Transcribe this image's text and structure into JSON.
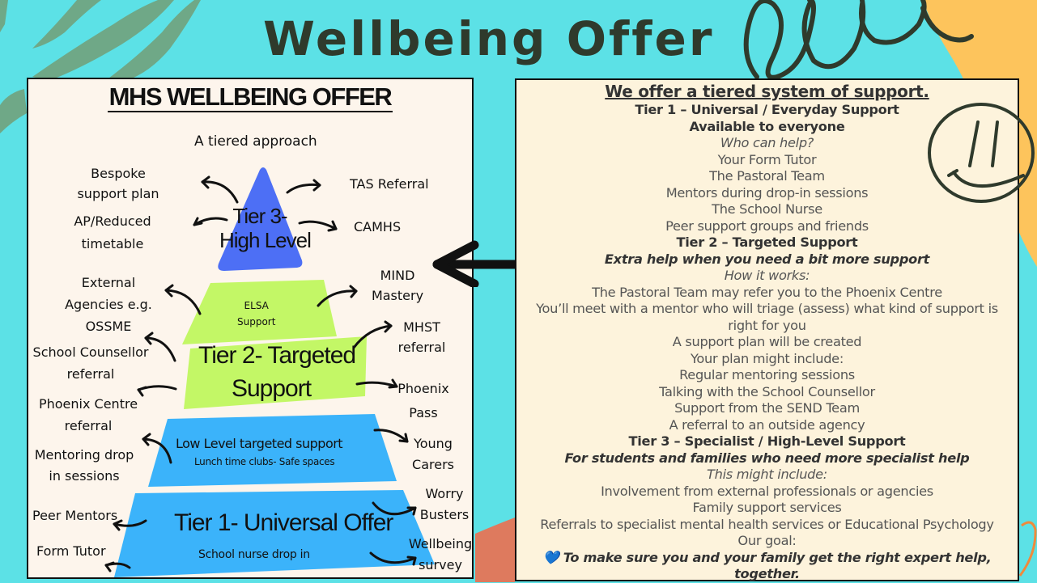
{
  "page": {
    "title": "Wellbeing Offer",
    "colors": {
      "background": "#5ce1e6",
      "accent_green": "#6fa887",
      "accent_orange": "#fdc45c",
      "accent_coral": "#de7a5e",
      "tier3_blue": "#4d6ff5",
      "tier2_green": "#c3f766",
      "tier1_blue": "#3bb3fa"
    }
  },
  "left_panel": {
    "title": "MHS WELLBEING OFFER",
    "subtitle": "A tiered approach",
    "tier3": {
      "label_line1": "Tier 3-",
      "label_line2": "High Level",
      "left_items": [
        "Bespoke support plan",
        "AP/Reduced timetable"
      ],
      "right_items": [
        "TAS Referral",
        "CAMHS"
      ]
    },
    "tier2": {
      "upper_label_line1": "ELSA",
      "upper_label_line2": "Support",
      "label_line1": "Tier 2- Targeted",
      "label_line2": "Support",
      "left_items": [
        "External Agencies e.g. OSSME",
        "School Counsellor referral",
        "Phoenix Centre referral"
      ],
      "right_items": [
        "MIND Mastery",
        "MHST referral",
        "Phoenix Pass"
      ]
    },
    "low_level": {
      "label": "Low Level targeted support",
      "sublabel": "Lunch time clubs- Safe spaces",
      "left_items": [
        "Mentoring drop in sessions"
      ],
      "right_items": [
        "Young Carers"
      ]
    },
    "tier1": {
      "label": "Tier 1- Universal Offer",
      "sublabel": "School nurse drop in",
      "left_items": [
        "Peer Mentors",
        "Form Tutor"
      ],
      "right_items": [
        "Worry Busters",
        "Wellbeing survey"
      ]
    }
  },
  "right_panel": {
    "heading": "We offer a tiered system of support.",
    "tier1_title": "Tier 1 – Universal / Everyday Support",
    "tier1_subtitle": "Available to everyone",
    "tier1_prompt": "Who can help?",
    "tier1_items": [
      "Your Form Tutor",
      "The Pastoral Team",
      "Mentors during drop-in sessions",
      "The School Nurse",
      "Peer support groups and friends"
    ],
    "tier2_title": "Tier 2 – Targeted Support",
    "tier2_subtitle": "Extra help when you need a bit more support",
    "tier2_prompt": "How it works:",
    "tier2_steps": [
      "The Pastoral Team may refer you to the Phoenix Centre",
      "You’ll meet with a mentor who will triage (assess) what kind of support is right for you",
      "A support plan will be created",
      "Your plan might include:"
    ],
    "tier2_items": [
      "Regular mentoring sessions",
      "Talking with the School Counsellor",
      "Support from the SEND Team",
      "A referral to an outside agency"
    ],
    "tier3_title": "Tier 3 – Specialist / High-Level Support",
    "tier3_subtitle": "For students and families who need more specialist help",
    "tier3_prompt": "This might include:",
    "tier3_items": [
      "Involvement from external professionals or agencies",
      "Family support services",
      "Referrals to specialist mental health services or Educational Psychology"
    ],
    "goal_label": "Our goal:",
    "goal_icon": "blue-heart-icon",
    "goal_icon_glyph": "💙",
    "goal_text": "To make sure you and your family get the right expert help, together."
  }
}
